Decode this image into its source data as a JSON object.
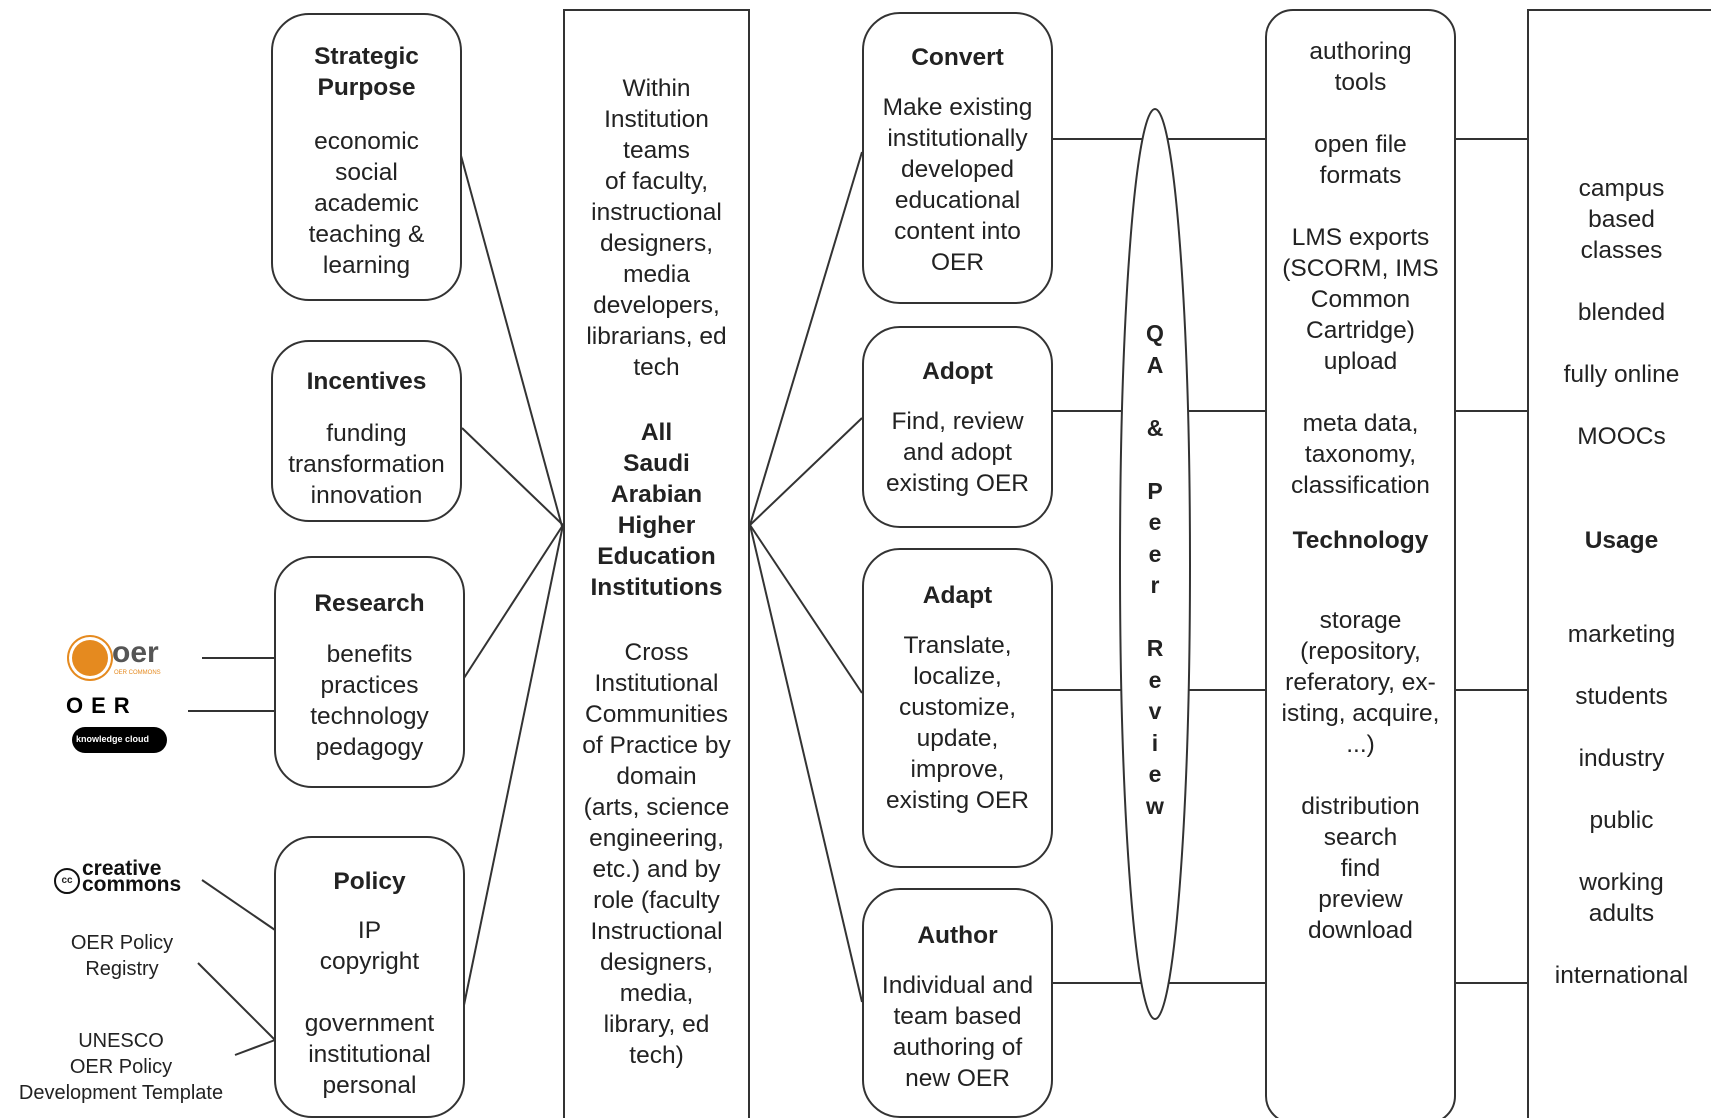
{
  "left": {
    "strategic": {
      "title": "Strategic\nPurpose",
      "body": "economic\nsocial\nacademic\nteaching &\nlearning"
    },
    "incentives": {
      "title": "Incentives",
      "body": "funding\ntransformation\ninnovation"
    },
    "research": {
      "title": "Research",
      "body": "benefits\npractices\ntechnology\npedagogy"
    },
    "policy": {
      "title": "Policy",
      "body": "IP\ncopyright\n\ngovernment\ninstitutional\npersonal"
    }
  },
  "external": {
    "oer_commons_logo": "oer",
    "oer_commons_sub": "OER COMMONS",
    "oer_knowledge_logo": "OER",
    "oer_knowledge_sub": "knowledge cloud",
    "cc_logo_line1": "creative",
    "cc_logo_line2": "commons",
    "policy_registry": "OER Policy\nRegistry",
    "unesco": "UNESCO\nOER Policy\nDevelopment Template"
  },
  "center": {
    "teams": "Within\nInstitution\nteams\nof faculty,\ninstructional\ndesigners,\nmedia\ndevelopers,\nlibrarians, ed\ntech",
    "institutions": "All\nSaudi\nArabian\nHigher\nEducation\nInstitutions",
    "communities": "Cross\nInstitutional\nCommunities\nof Practice by\ndomain\n(arts, science\nengineering,\netc.) and by\nrole (faculty\nInstructional\ndesigners,\nmedia,\nlibrary, ed\ntech)"
  },
  "actions": {
    "convert": {
      "title": "Convert",
      "body": "Make existing\ninstitutionally\ndeveloped\neducational\ncontent into\nOER"
    },
    "adopt": {
      "title": "Adopt",
      "body": "Find, review\nand adopt\nexisting OER"
    },
    "adapt": {
      "title": "Adapt",
      "body": "Translate,\nlocalize,\ncustomize,\nupdate,\nimprove,\nexisting OER"
    },
    "author": {
      "title": "Author",
      "body": "Individual and\nteam based\nauthoring of\nnew OER"
    }
  },
  "qa": {
    "letters": "Q\nA\n\n&\n\nP\ne\ne\nr\n\nR\ne\nv\ni\ne\nw"
  },
  "technology": {
    "items_top": "authoring\ntools\n\nopen file\nformats\n\nLMS exports\n(SCORM, IMS\nCommon\nCartridge)\nupload\n\nmeta data,\ntaxonomy,\nclassification",
    "title": "Technology",
    "items_bottom": "storage\n(repository,\nreferatory, ex-\nisting, acquire,\n...)\n\ndistribution\nsearch\nfind\npreview\ndownload"
  },
  "usage": {
    "items_top": "campus\nbased\nclasses\n\nblended\n\nfully online\n\nMOOCs",
    "title": "Usage",
    "items_bottom": "marketing\n\nstudents\n\nindustry\n\npublic\n\nworking\nadults\n\ninternational"
  },
  "colors": {
    "line": "#333333",
    "oer_orange": "#e58a1f"
  }
}
